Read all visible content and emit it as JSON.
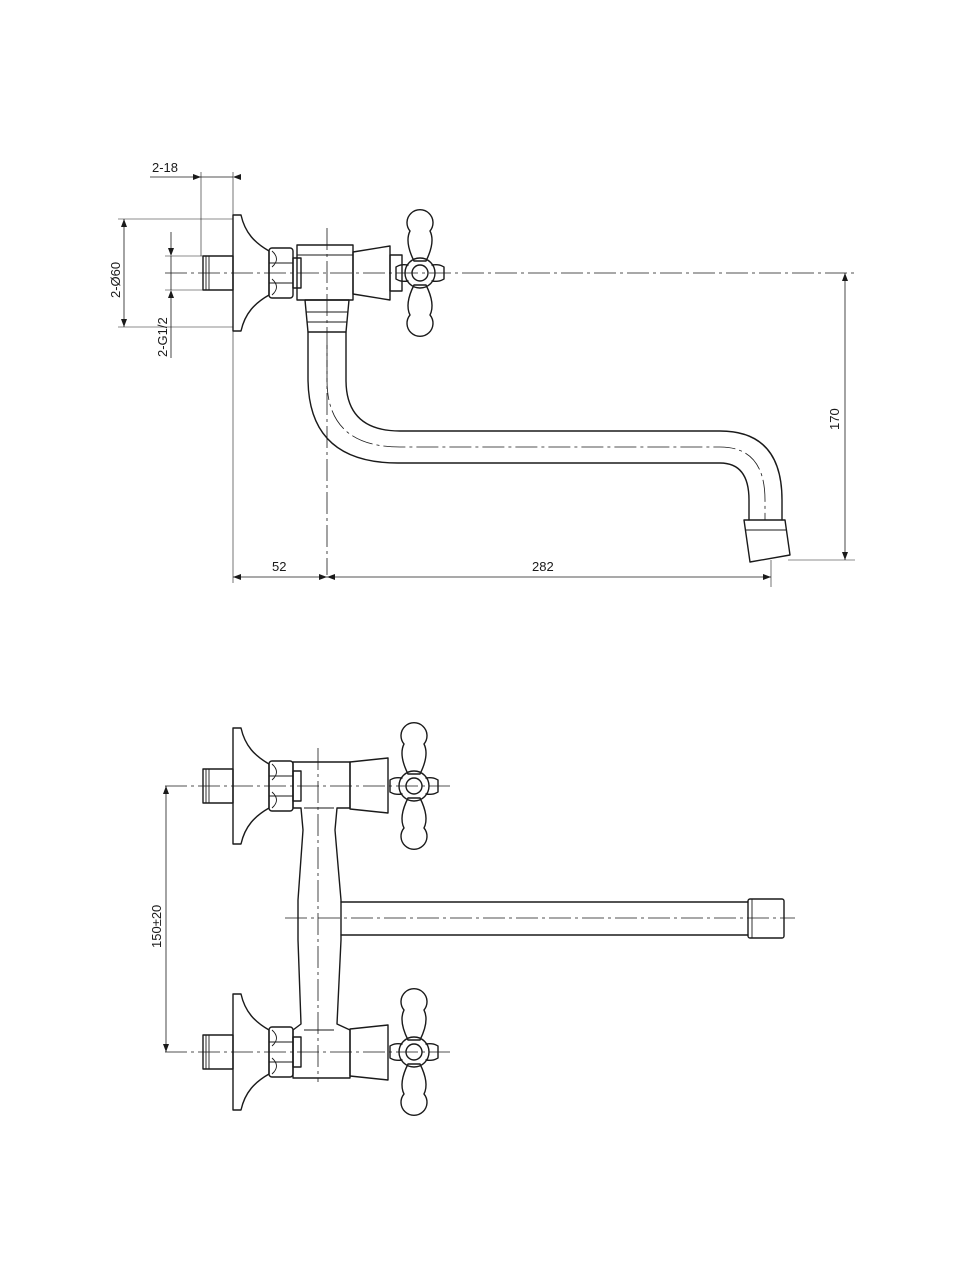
{
  "dimensions": {
    "nut_width": "2-18",
    "flange_diameter": "2-Ø60",
    "thread_size": "2-G1/2",
    "spout_height": "170",
    "wall_offset": "52",
    "spout_reach": "282",
    "center_distance": "150±20"
  }
}
